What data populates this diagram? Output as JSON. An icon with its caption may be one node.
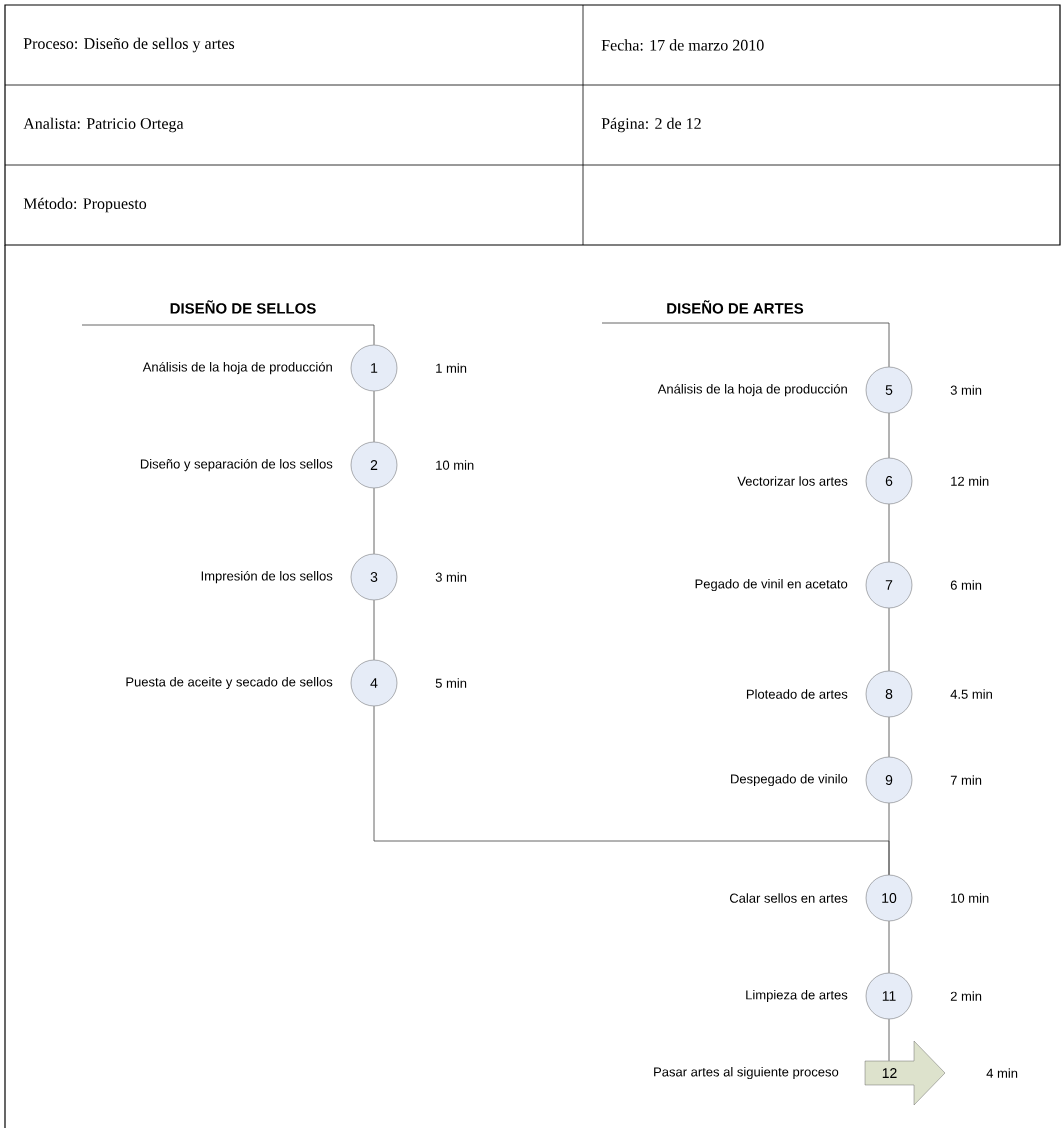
{
  "diagram": {
    "nodes": [
      {
        "text": [
          "1"
        ],
        "beside": [
          "Análisis de la hoja de producción",
          "1 min"
        ]
      },
      {
        "text": [
          "2"
        ],
        "beside": [
          "Diseño y separación de los sellos",
          "10 min"
        ]
      },
      {
        "text": [
          "3"
        ],
        "beside": [
          "Impresión de los sellos",
          "3 min"
        ]
      },
      {
        "text": [
          "4"
        ],
        "beside": [
          "Puesta de aceite y secado de sellos",
          "5 min"
        ]
      },
      {
        "text": [
          "5"
        ],
        "beside": [
          "Análisis de la hoja de producción",
          "3 min"
        ]
      },
      {
        "text": [
          "6"
        ],
        "beside": [
          "Vectorizar los artes",
          "12 min"
        ]
      },
      {
        "text": [
          "7"
        ],
        "beside": [
          "Pegado de vinil en acetato",
          "6 min"
        ]
      },
      {
        "text": [
          "8"
        ],
        "beside": [
          "Ploteado de artes",
          "4.5 min"
        ]
      },
      {
        "text": [
          "9"
        ],
        "beside": [
          "Despegado de vinilo",
          "7 min"
        ]
      },
      {
        "text": [
          "10"
        ],
        "beside": [
          "Calar sellos en artes",
          "10 min"
        ]
      },
      {
        "text": [
          "11"
        ],
        "beside": [
          "Limpieza de artes",
          "2 min"
        ]
      },
      {
        "text": [
          "12"
        ],
        "beside": [
          "Pasar artes al siguiente proceso",
          "4 min"
        ]
      }
    ],
    "edges": [
      {
        "from": null,
        "to": 0,
        "arrow": "none"
      },
      {
        "from": 0,
        "to": 1,
        "arrow": "none"
      },
      {
        "from": 1,
        "to": 2,
        "arrow": "none"
      },
      {
        "from": 2,
        "to": 3,
        "arrow": "none"
      },
      {
        "from": 3,
        "to": 9,
        "arrow": "none"
      },
      {
        "from": null,
        "to": 4,
        "arrow": "none"
      },
      {
        "from": 4,
        "to": 5,
        "arrow": "none"
      },
      {
        "from": 5,
        "to": 6,
        "arrow": "none"
      },
      {
        "from": 6,
        "to": 7,
        "arrow": "none"
      },
      {
        "from": 7,
        "to": 8,
        "arrow": "none"
      },
      {
        "from": 8,
        "to": 9,
        "arrow": "none"
      },
      {
        "from": 9,
        "to": 10,
        "arrow": "none"
      },
      {
        "from": 10,
        "to": 11,
        "arrow": "none"
      }
    ],
    "labels": [
      "Proceso: Diseño de sellos y artes",
      "Fecha: 17 de marzo 2010",
      "Analista: Patricio Ortega",
      "Página: 2 de 12",
      "Método: Propuesto",
      "DISEÑO DE SELLOS",
      "DISEÑO DE ARTES"
    ]
  }
}
